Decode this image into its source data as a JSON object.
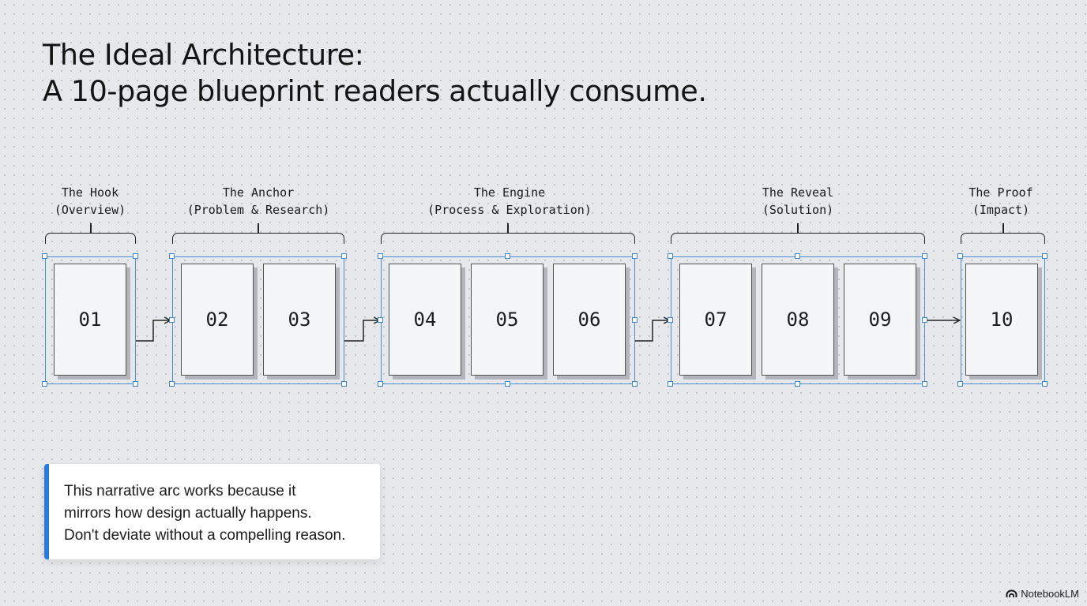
{
  "title": {
    "line1": "The Ideal Architecture:",
    "line2": "A 10-page blueprint readers actually consume."
  },
  "sections": [
    {
      "name": "The Hook",
      "subtitle": "(Overview)",
      "pages": [
        "01"
      ]
    },
    {
      "name": "The Anchor",
      "subtitle": "(Problem & Research)",
      "pages": [
        "02",
        "03"
      ]
    },
    {
      "name": "The Engine",
      "subtitle": "(Process & Exploration)",
      "pages": [
        "04",
        "05",
        "06"
      ]
    },
    {
      "name": "The Reveal",
      "subtitle": "(Solution)",
      "pages": [
        "07",
        "08",
        "09"
      ]
    },
    {
      "name": "The Proof",
      "subtitle": "(Impact)",
      "pages": [
        "10"
      ]
    }
  ],
  "note": {
    "line1": "This narrative arc works because it",
    "line2": "mirrors how design actually happens.",
    "line3": "Don't deviate without a compelling reason."
  },
  "brand": {
    "icon": "notebooklm-logo-icon",
    "label": "NotebookLM"
  },
  "colors": {
    "selection_blue": "#4a90d0",
    "accent_blue": "#2a7bd8",
    "background": "#e6e8eb"
  }
}
